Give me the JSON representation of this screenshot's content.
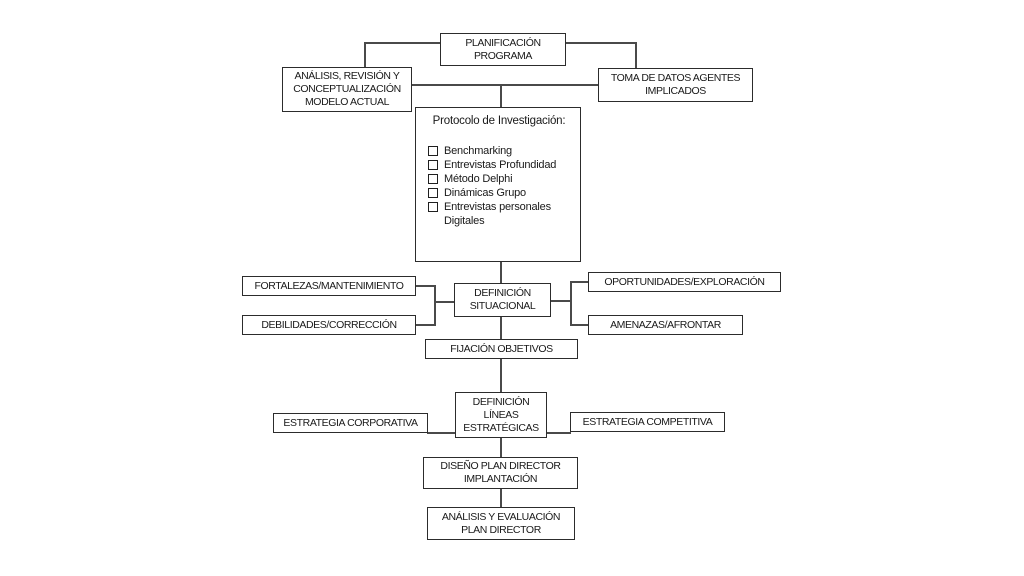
{
  "diagram": {
    "type": "flowchart",
    "language": "es",
    "colors": {
      "background": "#ffffff",
      "box_fill": "#ffffff",
      "box_border": "#2c2c2c",
      "connector": "#4a4a4a",
      "text": "#191919"
    },
    "icons": {
      "checkbox": "empty-square-checkbox"
    },
    "nodes": {
      "planificacion": {
        "label": "PLANIFICACIÓN\nPROGRAMA"
      },
      "analisis_modelo": {
        "label": "ANÁLISIS, REVISIÓN Y\nCONCEPTUALIZACIÓN\nMODELO ACTUAL"
      },
      "toma_datos": {
        "label": "TOMA DE DATOS AGENTES\nIMPLICADOS"
      },
      "protocolo": {
        "title": "Protocolo de Investigación:",
        "items": [
          "Benchmarking",
          "Entrevistas Profundidad",
          "Método Delphi",
          "Dinámicas Grupo",
          "Entrevistas personales\nDigitales"
        ]
      },
      "fortalezas": {
        "label": "FORTALEZAS/MANTENIMIENTO"
      },
      "debilidades": {
        "label": "DEBILIDADES/CORRECCIÓN"
      },
      "definicion_situacional": {
        "label": "DEFINICIÓN\nSITUACIONAL"
      },
      "oportunidades": {
        "label": "OPORTUNIDADES/EXPLORACIÓN"
      },
      "amenazas": {
        "label": "AMENAZAS/AFRONTAR"
      },
      "fijacion_objetivos": {
        "label": "FIJACIÓN OBJETIVOS"
      },
      "definicion_lineas": {
        "label": "DEFINICIÓN\nLÍNEAS\nESTRATÉGICAS"
      },
      "estrategia_corporativa": {
        "label": "ESTRATEGIA CORPORATIVA"
      },
      "estrategia_competitiva": {
        "label": "ESTRATEGIA COMPETITIVA"
      },
      "diseno_plan_director": {
        "label": "DISEÑO PLAN DIRECTOR\nIMPLANTACIÓN"
      },
      "analisis_evaluacion": {
        "label": "ANÁLISIS Y EVALUACIÓN\nPLAN DIRECTOR"
      }
    }
  }
}
